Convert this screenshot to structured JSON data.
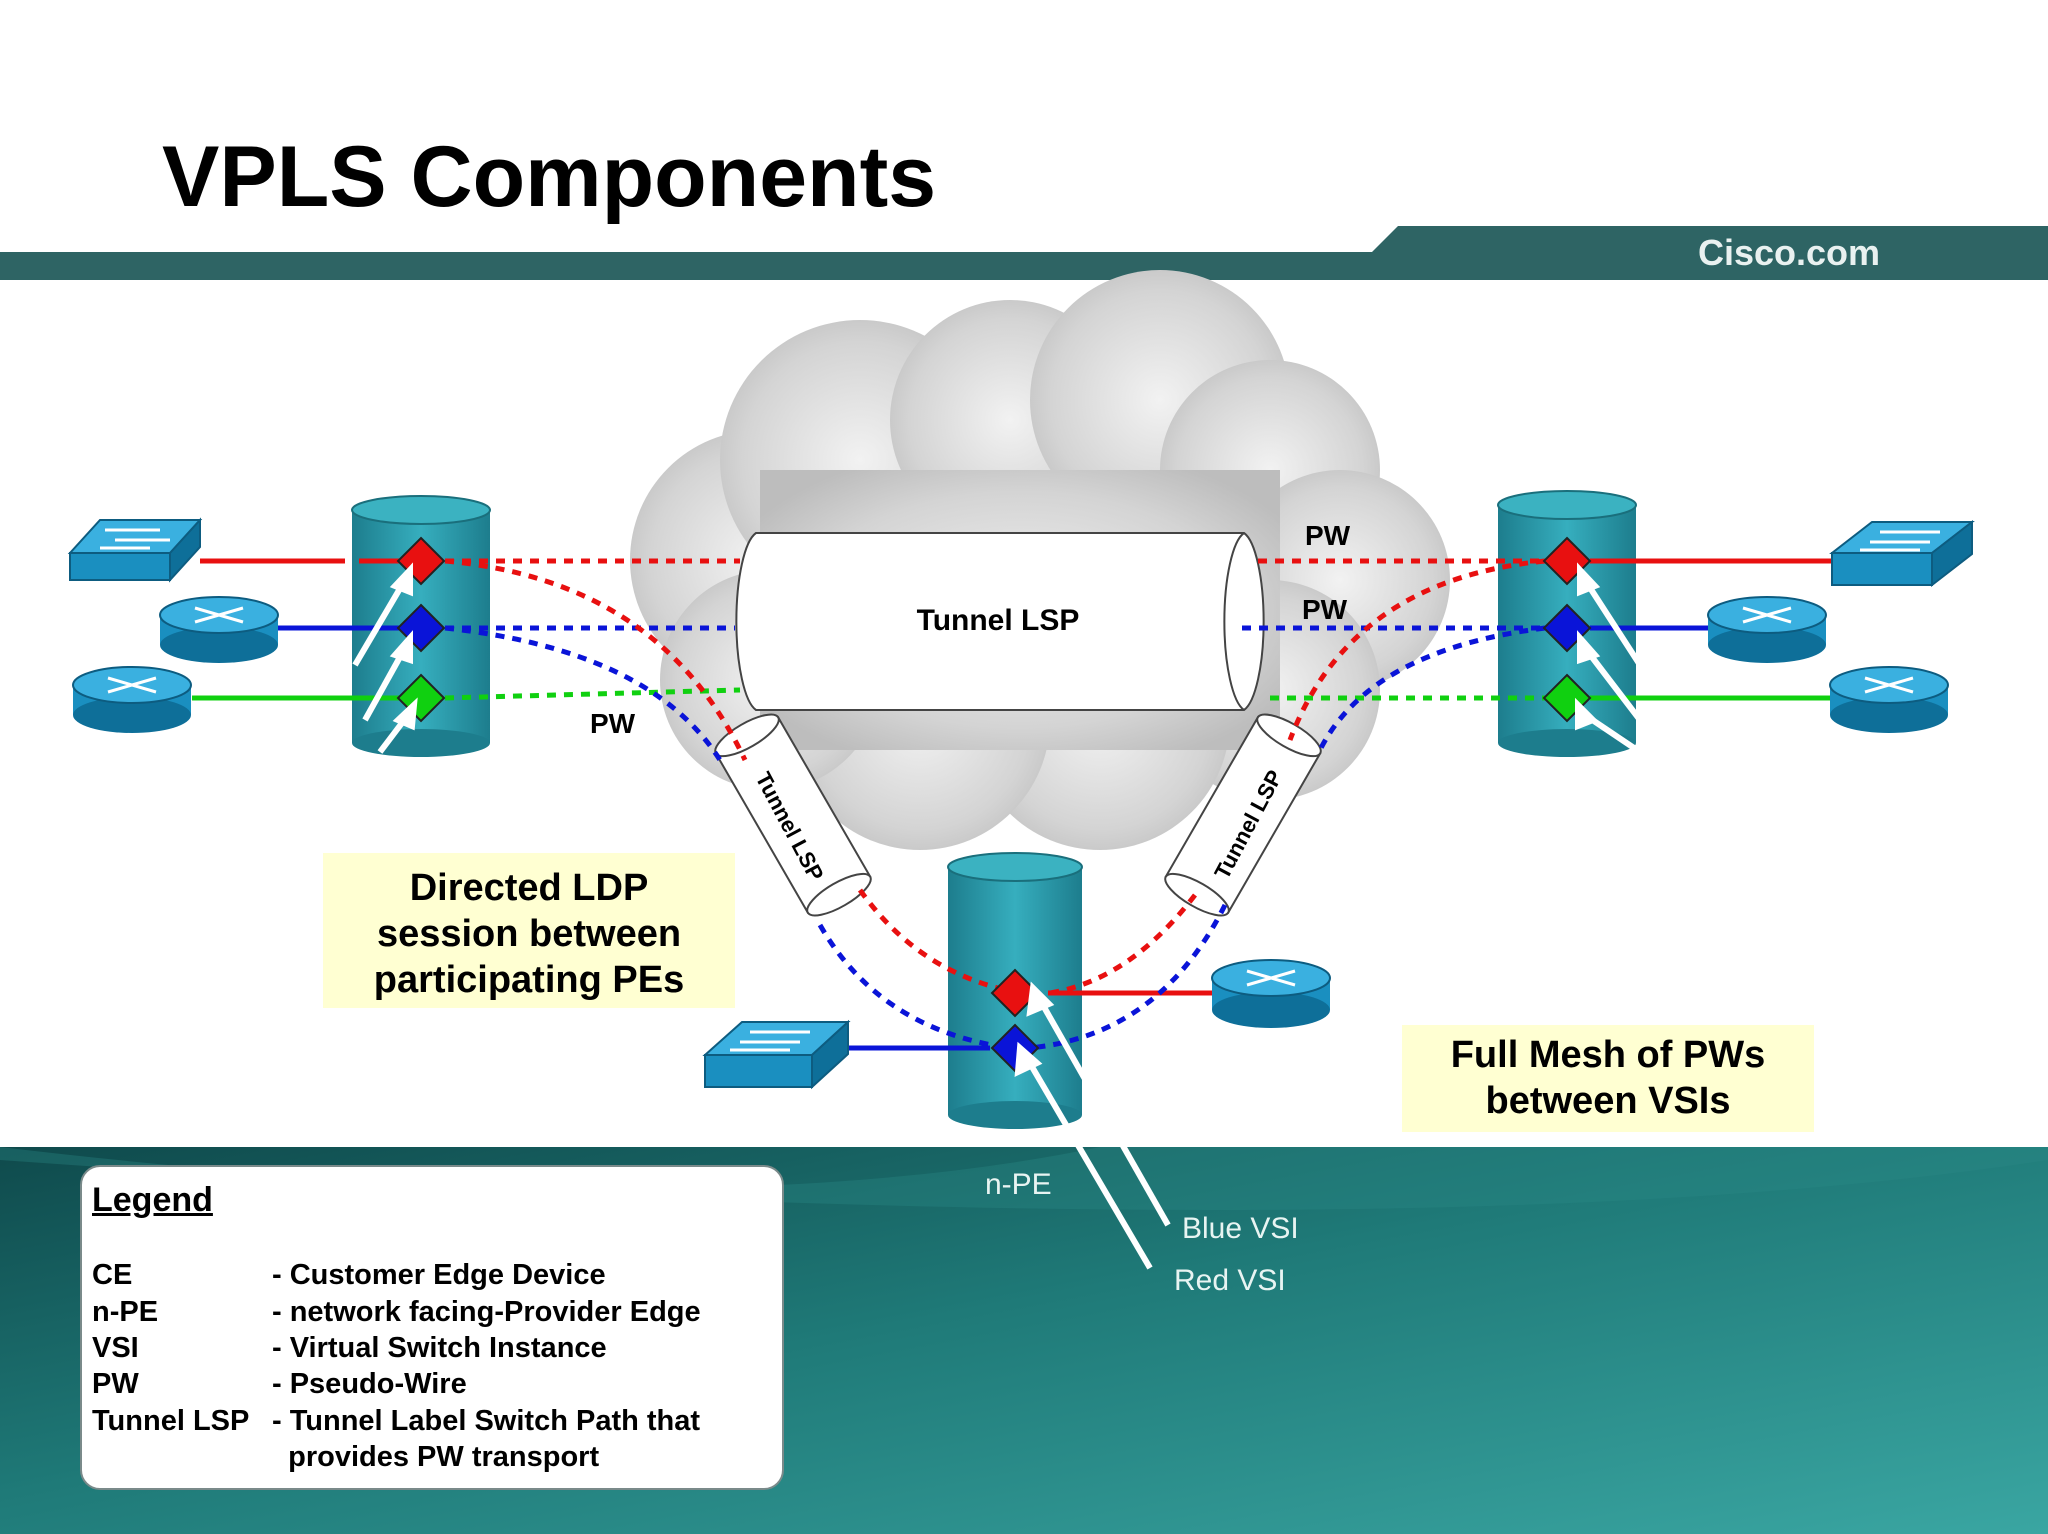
{
  "slide": {
    "title": "VPLS Components",
    "brand": "Cisco.com"
  },
  "diagram": {
    "tunnel_main_label": "Tunnel LSP",
    "tunnel_left_label": "Tunnel LSP",
    "tunnel_right_label": "Tunnel LSP",
    "pw_labels": [
      "PW",
      "PW",
      "PW"
    ],
    "npe_label": "n-PE",
    "blue_vsi_label": "Blue VSI",
    "red_vsi_label": "Red VSI",
    "colors": {
      "red_vsi": "#e81010",
      "blue_vsi": "#0a14d8",
      "green_vsi": "#10d010",
      "pe_body": "#2a9bab",
      "device": "#1a8fc0",
      "header_bar": "#2e6464",
      "footer_band": "#1f6e6e"
    }
  },
  "callouts": {
    "ldp_lines": [
      "Directed LDP",
      "session between",
      "participating PEs"
    ],
    "mesh_lines": [
      "Full Mesh of PWs",
      "between VSIs"
    ]
  },
  "legend": {
    "title": "Legend",
    "items": [
      {
        "term": "CE",
        "def": "- Customer Edge Device"
      },
      {
        "term": "n-PE",
        "def": "- network facing-Provider Edge"
      },
      {
        "term": "VSI",
        "def": "- Virtual Switch Instance"
      },
      {
        "term": "PW",
        "def": "- Pseudo-Wire"
      },
      {
        "term": "Tunnel LSP",
        "def": "- Tunnel Label Switch Path that"
      },
      {
        "term": "",
        "def": "  provides PW transport"
      }
    ]
  }
}
